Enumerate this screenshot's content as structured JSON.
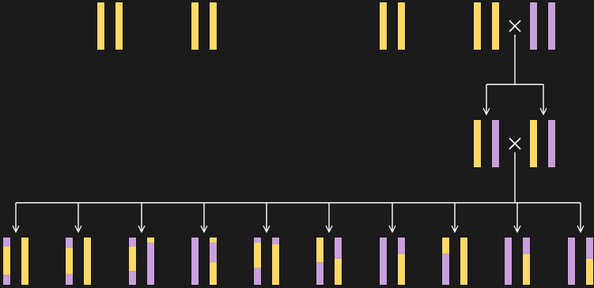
{
  "colors": {
    "background": "#1b1b1b",
    "parent_a": "#ffd966",
    "parent_b": "#c9a0dc",
    "outline": "#141414",
    "line": "#ffffff"
  },
  "legend": [],
  "symbols": {
    "cross": "×"
  },
  "generations": {
    "top_row": {
      "pairs": [
        {
          "left": [
            [
              "a",
              1
            ]
          ],
          "right": [
            [
              "a",
              1
            ]
          ]
        },
        {
          "left": [
            [
              "a",
              1
            ]
          ],
          "right": [
            [
              "a",
              1
            ]
          ]
        },
        {
          "left": [
            [
              "a",
              1
            ]
          ],
          "right": [
            [
              "a",
              1
            ]
          ]
        },
        {
          "left": [
            [
              "a",
              1
            ]
          ],
          "right": [
            [
              "a",
              1
            ]
          ]
        },
        {
          "left": [
            [
              "b",
              1
            ]
          ],
          "right": [
            [
              "b",
              1
            ]
          ]
        }
      ]
    },
    "f1": {
      "pairs": [
        {
          "left": [
            [
              "a",
              1
            ]
          ],
          "right": [
            [
              "b",
              1
            ]
          ]
        },
        {
          "left": [
            [
              "a",
              1
            ]
          ],
          "right": [
            [
              "b",
              1
            ]
          ]
        }
      ]
    },
    "f2": {
      "pairs": [
        {
          "left": [
            [
              "b",
              0.2
            ],
            [
              "a",
              0.58
            ],
            [
              "b",
              0.22
            ]
          ],
          "right": [
            [
              "a",
              1
            ]
          ]
        },
        {
          "left": [
            [
              "b",
              0.22
            ],
            [
              "a",
              0.55
            ],
            [
              "b",
              0.23
            ]
          ],
          "right": [
            [
              "a",
              1
            ]
          ]
        },
        {
          "left": [
            [
              "b",
              0.2
            ],
            [
              "a",
              0.5
            ],
            [
              "b",
              0.3
            ]
          ],
          "right": [
            [
              "a",
              0.12
            ],
            [
              "b",
              0.88
            ]
          ]
        },
        {
          "left": [
            [
              "b",
              1
            ]
          ],
          "right": [
            [
              "a",
              0.12
            ],
            [
              "b",
              0.4
            ],
            [
              "a",
              0.48
            ]
          ]
        },
        {
          "left": [
            [
              "b",
              0.12
            ],
            [
              "a",
              0.52
            ],
            [
              "b",
              0.36
            ]
          ],
          "right": [
            [
              "b",
              0.15
            ],
            [
              "a",
              0.85
            ]
          ]
        },
        {
          "left": [
            [
              "a",
              0.52
            ],
            [
              "b",
              0.48
            ]
          ],
          "right": [
            [
              "b",
              0.45
            ],
            [
              "a",
              0.55
            ]
          ]
        },
        {
          "left": [
            [
              "b",
              1
            ]
          ],
          "right": [
            [
              "b",
              0.35
            ],
            [
              "a",
              0.65
            ]
          ]
        },
        {
          "left": [
            [
              "a",
              0.35
            ],
            [
              "b",
              0.65
            ]
          ],
          "right": [
            [
              "a",
              1
            ]
          ]
        },
        {
          "left": [
            [
              "b",
              1
            ]
          ],
          "right": [
            [
              "b",
              0.35
            ],
            [
              "a",
              0.65
            ]
          ]
        },
        {
          "left": [
            [
              "b",
              1
            ]
          ],
          "right": [
            [
              "b",
              0.45
            ],
            [
              "a",
              0.55
            ]
          ]
        }
      ]
    }
  }
}
